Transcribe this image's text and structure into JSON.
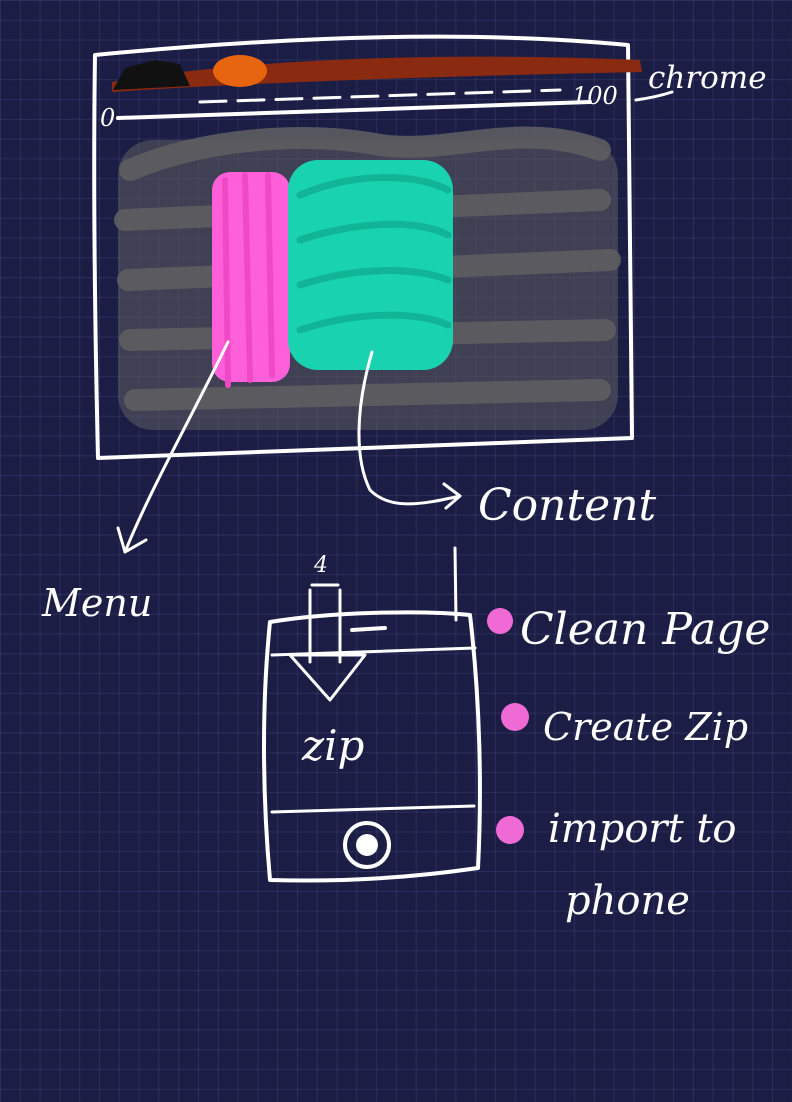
{
  "browser_sketch": {
    "zoom_left": "0",
    "zoom_right": "100",
    "callout_chrome": "chrome",
    "callout_menu": "Menu",
    "callout_content": "Content"
  },
  "phone_sketch": {
    "badge_digit": "4",
    "screen_label": "zip"
  },
  "steps": [
    {
      "text": "Clean Page"
    },
    {
      "text": "Create Zip"
    },
    {
      "text": "import to",
      "text_2": "phone"
    }
  ],
  "colors": {
    "background": "#1c1d45",
    "ink": "#ffffff",
    "tab_bar": "#8a2a10",
    "tab_dot": "#e8650f",
    "menu_scribble": "#ff5fd8",
    "content_scribble": "#19d2b0",
    "page_scribble": "#5d5d60",
    "bullet": "#f06ad6"
  }
}
